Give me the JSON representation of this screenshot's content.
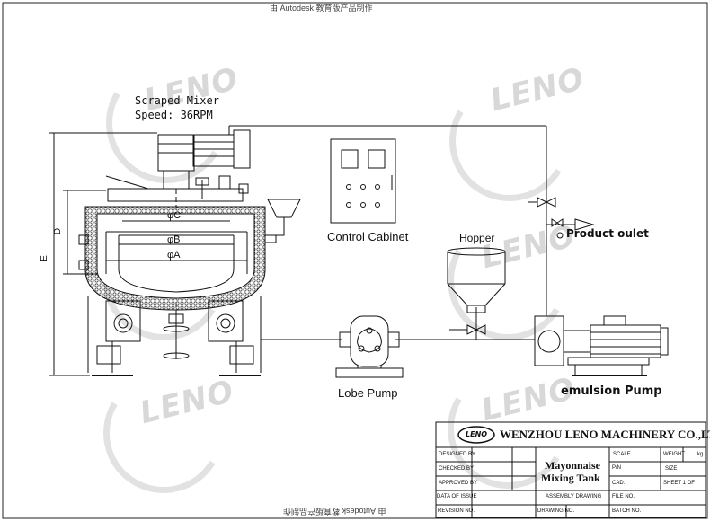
{
  "header_text_top": "由 Autodesk 教育版产品制作",
  "footer_text_bottom": "由 Autodesk 教育版产品制作",
  "watermark_text": "LENO",
  "labels": {
    "mixer_name": "Scraped Mixer",
    "mixer_speed": "Speed: 36RPM",
    "control_cabinet": "Control Cabinet",
    "hopper": "Hopper",
    "product_outlet": "Product oulet",
    "lobe_pump": "Lobe Pump",
    "emulsion_pump": "emulsion Pump",
    "dim_c": "φC",
    "dim_b": "φB",
    "dim_a": "φA",
    "dim_d": "D",
    "dim_e": "E"
  },
  "title_block": {
    "company": "WENZHOU LENO MACHINERY CO.,LTD",
    "logo_text": "LENO",
    "drawing_title_line1": "Mayonnaise",
    "drawing_title_line2": "Mixing Tank",
    "designed_by": "DESIGNED BY",
    "checked_by": "CHECKED BY",
    "approved_by": "APPROVED BY",
    "date_of_issue": "DATA OF ISSUE",
    "revision_no": "REVISION NO.",
    "drawing_no": "DRAWING NO.",
    "assembly_drawing": "ASSEMBLY DRAWING",
    "file_no": "FILE NO.",
    "batch_no": "BATCH NO.",
    "scale": "SCALE",
    "weight": "WEIGHT",
    "weight_unit": "kg",
    "pn": "P/N",
    "size": "SIZE",
    "cad": "CAD:",
    "sheet": "SHEET 1  OF"
  }
}
